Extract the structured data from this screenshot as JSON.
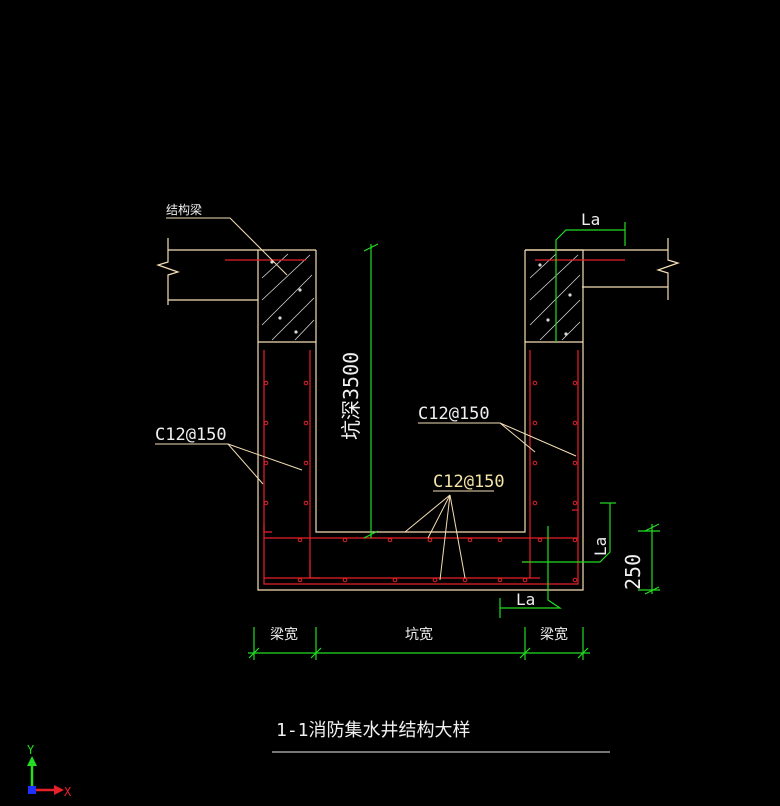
{
  "drawing": {
    "title": "1-1消防集水井结构大样",
    "labels": {
      "structural_beam": "结构梁",
      "rebar_left": "C12@150",
      "rebar_right": "C12@150",
      "rebar_bottom": "C12@150",
      "pit_depth": "坑深3500",
      "anchor_top": "La",
      "anchor_right": "La",
      "anchor_bottom": "La",
      "slab_thickness": "250",
      "beam_width_left": "梁宽",
      "pit_width": "坑宽",
      "beam_width_right": "梁宽"
    },
    "ucs": {
      "x_label": "X",
      "y_label": "Y"
    },
    "colors": {
      "background": "#000000",
      "outline": "#f5deb3",
      "rebar": "#e8202a",
      "dimension": "#22dd22",
      "leader": "#f5deb3",
      "text": "#f0f0f0",
      "label_yellow": "#f5e6a8"
    }
  }
}
